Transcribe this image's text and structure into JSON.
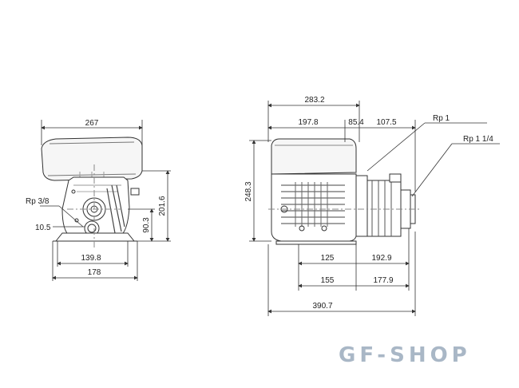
{
  "front_view": {
    "dims": {
      "width_top": "267",
      "height_total": "201.6",
      "height_axis": "90.3",
      "port_label": "Rp 3/8",
      "foot_offset": "10.5",
      "foot_inner": "139.8",
      "foot_outer": "178"
    }
  },
  "side_view": {
    "dims": {
      "length_motor_total": "283.2",
      "length_motor": "197.8",
      "gap": "85.4",
      "pump_len": "107.5",
      "height": "248.3",
      "foot_a": "125",
      "foot_b": "192.9",
      "foot_c": "155",
      "foot_d": "177.9",
      "overall": "390.7",
      "port_outlet": "Rp 1",
      "port_inlet": "Rp 1 1/4"
    }
  },
  "brand": {
    "text": "GF-SHOP",
    "color": "#a9b7c6"
  }
}
